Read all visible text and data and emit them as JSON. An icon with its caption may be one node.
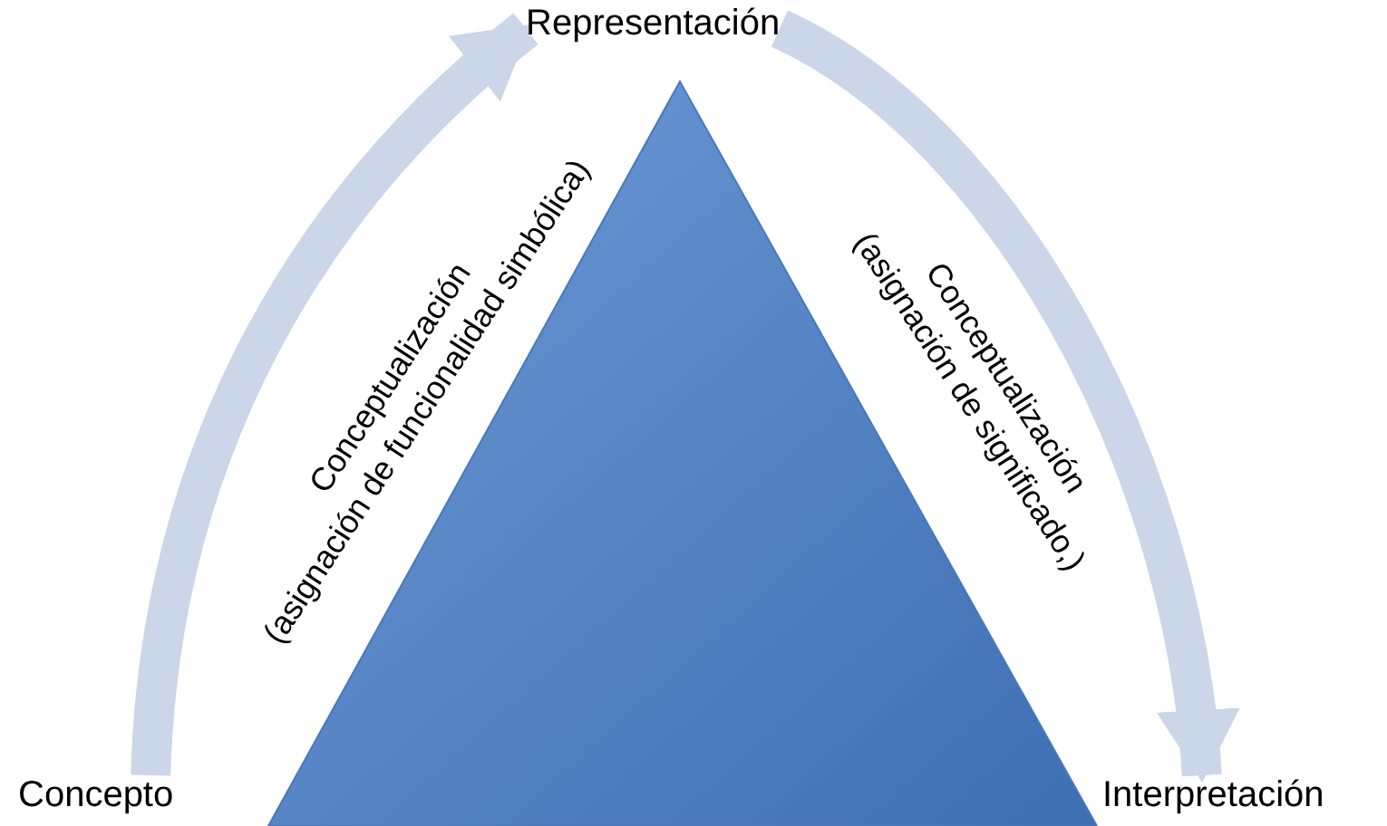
{
  "diagram": {
    "nodes": [
      {
        "text": [
          "Representación"
        ]
      },
      {
        "text": [
          "Concepto"
        ]
      },
      {
        "text": [
          "Interpretación"
        ]
      }
    ],
    "edges": [
      {
        "from": 1,
        "to": 0,
        "arrow": "to",
        "label": "Conceptualización (asignación de funcionalidad simbólica)"
      },
      {
        "from": 0,
        "to": 2,
        "arrow": "to",
        "label": "Conceptualización (asignación de significado,)"
      }
    ]
  }
}
